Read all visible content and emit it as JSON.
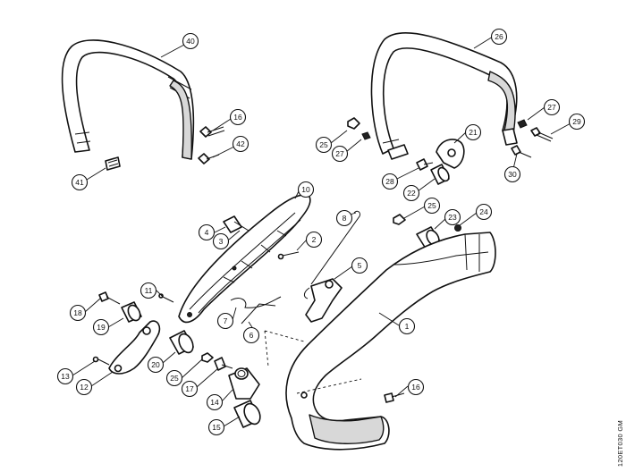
{
  "doc_code": "120ET030 GM",
  "callouts": {
    "c40": "40",
    "c16a": "16",
    "c42": "42",
    "c41": "41",
    "c26": "26",
    "c27a": "27",
    "c29": "29",
    "c25a": "25",
    "c27b": "27",
    "c21": "21",
    "c28": "28",
    "c22": "22",
    "c30": "30",
    "c10": "10",
    "c8": "8",
    "c4": "4",
    "c3": "3",
    "c2": "2",
    "c25b": "25",
    "c23": "23",
    "c24": "24",
    "c5": "5",
    "c11": "11",
    "c18": "18",
    "c19": "19",
    "c7": "7",
    "c6": "6",
    "c1": "1",
    "c13": "13",
    "c12": "12",
    "c20": "20",
    "c25c": "25",
    "c17": "17",
    "c14": "14",
    "c15": "15",
    "c16b": "16"
  }
}
